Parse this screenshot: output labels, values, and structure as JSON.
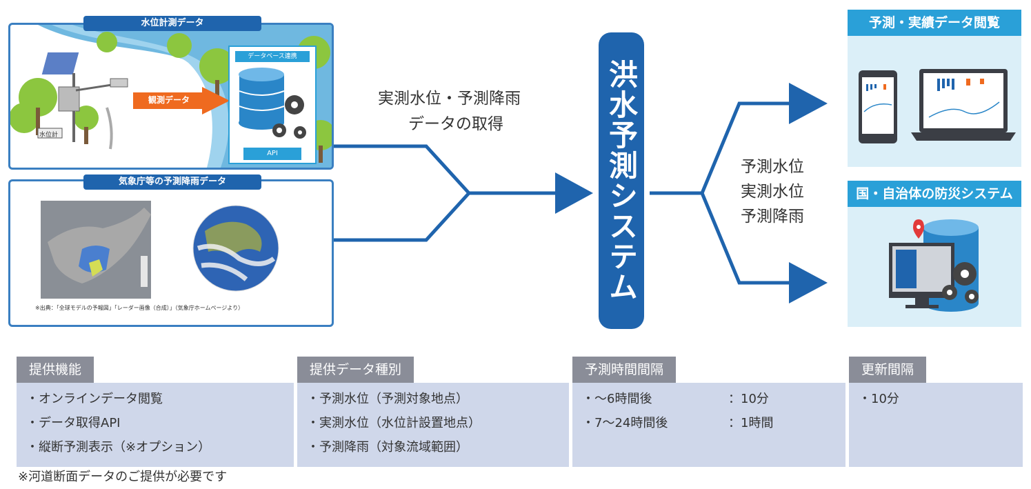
{
  "water_panel": {
    "tab": "水位計測データ",
    "db_label": "データベース連携",
    "api_label": "API",
    "arrow_label": "観測データ",
    "sign_label": "水位計"
  },
  "rain_panel": {
    "tab": "気象庁等の予測降雨データ",
    "caption": "※出典：「全球モデルの予報図」「レーダー画像（合成）」（気象庁ホームページより）"
  },
  "input_label": [
    "実測水位・予測降雨",
    "データの取得"
  ],
  "system_label": "洪水予測システム",
  "output_label": [
    "予測水位",
    "実測水位",
    "予測降雨"
  ],
  "output_boxes": {
    "view_title": "予測・実績データ閲覧",
    "gov_title": "国・自治体の防災システム"
  },
  "tables": {
    "features": {
      "header": "提供機能",
      "items": [
        "・オンラインデータ閲覧",
        "・データ取得API",
        "・縦断予測表示（※オプション）"
      ],
      "note": "※河道断面データのご提供が必要です"
    },
    "data_types": {
      "header": "提供データ種別",
      "items": [
        "・予測水位（予測対象地点）",
        "・実測水位（水位計設置地点）",
        "・予測降雨（対象流域範囲）"
      ]
    },
    "interval": {
      "header": "予測時間間隔",
      "rows": [
        {
          "range": "・～6時間後",
          "value": "：10分"
        },
        {
          "range": "・7～24時間後",
          "value": "：1時間"
        }
      ]
    },
    "update": {
      "header": "更新間隔",
      "items": [
        "・10分"
      ]
    }
  },
  "colors": {
    "primary_blue": "#1f64ad",
    "light_blue": "#2aa0d8",
    "panel_bg": "#dbeff8",
    "table_header": "#8a8d98",
    "table_body": "#cfd7ea",
    "arrow_orange": "#ef6a1f"
  }
}
